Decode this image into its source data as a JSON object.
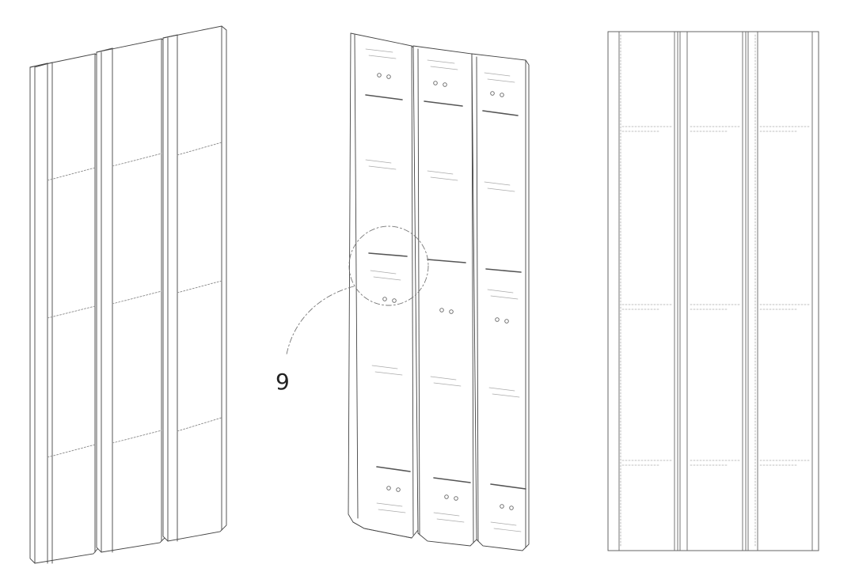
{
  "diagram": {
    "views": [
      {
        "id": "front-isometric"
      },
      {
        "id": "rear-isometric"
      },
      {
        "id": "front-elevation"
      }
    ],
    "callout": {
      "label": "9"
    }
  }
}
